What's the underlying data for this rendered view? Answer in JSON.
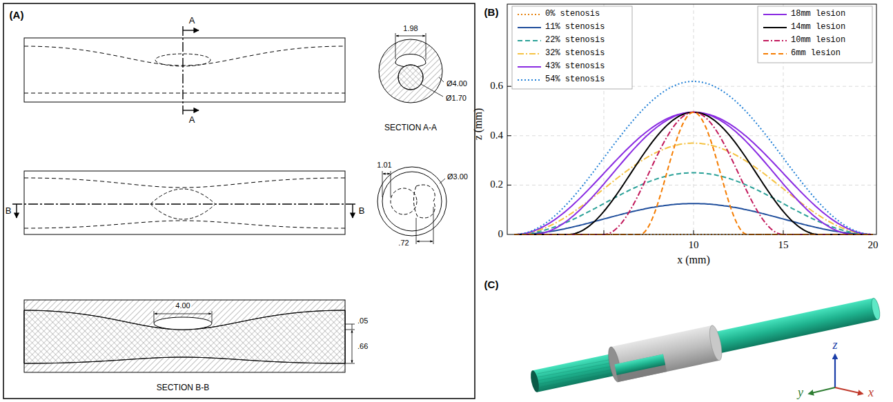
{
  "diagram": {
    "labels": [
      "(A)",
      "A",
      "A",
      "1.98",
      "Ø4.00",
      "Ø1.70",
      "SECTION A-A",
      "B",
      "B",
      "1.01",
      "Ø3.00",
      ".72",
      "4.00",
      ".05",
      ".66",
      "SECTION B-B",
      "(B)",
      "0",
      "0.2",
      "0.4",
      "0.6",
      "10",
      "15",
      "20",
      "z (mm)",
      "x (mm)",
      "(C)",
      "z",
      "y",
      "x"
    ],
    "legend": [
      {
        "text": "0% stenosis"
      },
      {
        "text": "11% stenosis"
      },
      {
        "text": "22% stenosis"
      },
      {
        "text": "32% stenosis"
      },
      {
        "text": "43% stenosis"
      },
      {
        "text": "54% stenosis"
      },
      {
        "text": "18mm lesion"
      },
      {
        "text": "14mm lesion"
      },
      {
        "text": "10mm lesion"
      },
      {
        "text": "6mm lesion"
      }
    ]
  }
}
